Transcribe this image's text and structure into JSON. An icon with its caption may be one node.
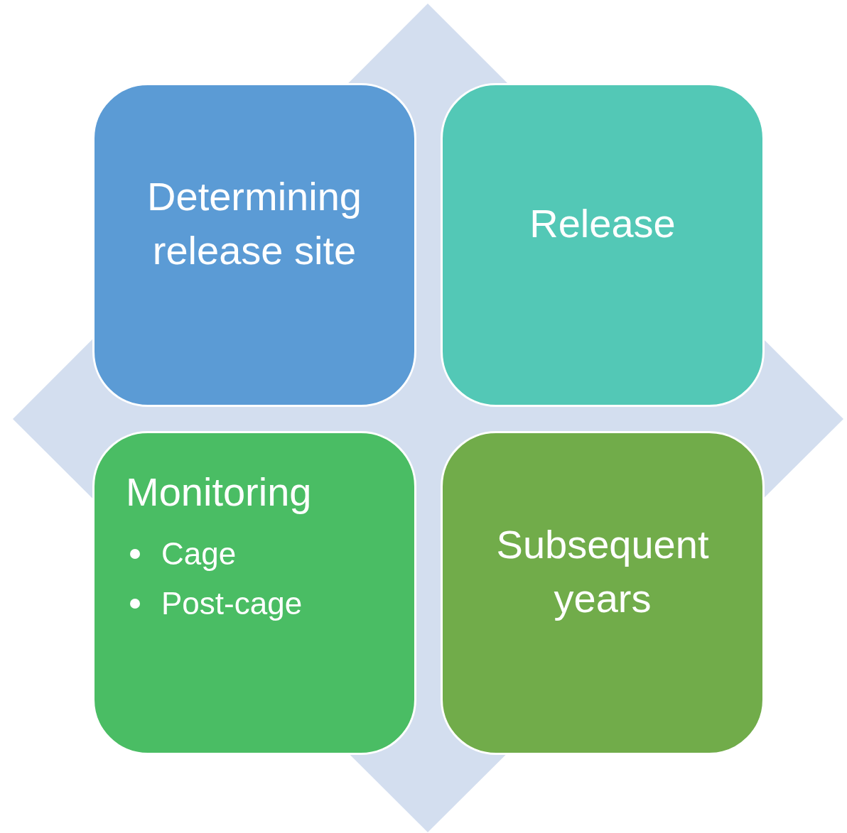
{
  "diagram": {
    "nodes": [
      {
        "text": [
          "Determining release site"
        ]
      },
      {
        "text": [
          "Release"
        ]
      },
      {
        "text": [
          "Monitoring",
          "Cage",
          "Post-cage"
        ]
      },
      {
        "text": [
          "Subsequent years"
        ]
      }
    ]
  }
}
